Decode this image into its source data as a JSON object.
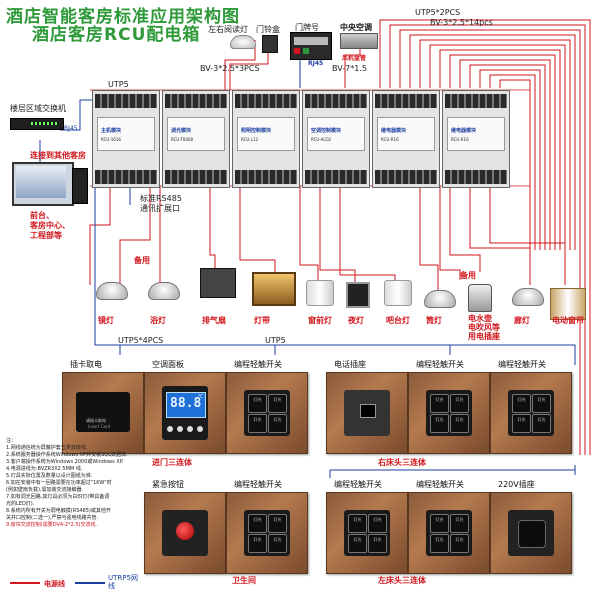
{
  "title": {
    "line1": "酒店智能客房标准应用架构图",
    "line2": "酒店客房RCU配电箱"
  },
  "top_labels": {
    "door_reader": "左右阅读灯",
    "doorbell": "门铃盒",
    "door_plate": "门牌号",
    "central_ac": "中央空调",
    "fan_coil": "风机盘管",
    "rj45_a": "RJ45",
    "cable_a": "BV-3*2.5*3PCS",
    "cable_b": "BV-7*1.5",
    "utp_top": "UTP5*2PCS",
    "cable_c": "BV-3*2.5*14pcs",
    "utp5_left": "UTP5"
  },
  "left": {
    "switch_label": "楼层区域交换机",
    "rj45": "RJ45",
    "connect_other": "连接到其他客房",
    "computer_label_1": "前台、",
    "computer_label_2": "客房中心、",
    "computer_label_3": "工程部等",
    "rs485_1": "标准RS485",
    "rs485_2": "通讯扩展口"
  },
  "modules": [
    {
      "name": "主机模块",
      "model": "RCU-1616"
    },
    {
      "name": "调光模块",
      "model": "RCU-T0408"
    },
    {
      "name": "照明控制模块",
      "model": "RCU-L12"
    },
    {
      "name": "空调控制模块",
      "model": "RCU-AC02"
    },
    {
      "name": "继电器模块",
      "model": "RCU-R16"
    },
    {
      "name": "继电器模块",
      "model": "RCU-R16"
    }
  ],
  "backup": {
    "a": "备用",
    "b": "备用"
  },
  "devices": [
    {
      "label": "镜灯"
    },
    {
      "label": "浴灯"
    },
    {
      "label": "排气扇"
    },
    {
      "label": "灯带"
    },
    {
      "label": "窗前灯"
    },
    {
      "label": "夜灯"
    },
    {
      "label": "吧台灯"
    },
    {
      "label": "筒灯"
    },
    {
      "label": "电水壶\n电吹风等\n用电插座"
    },
    {
      "label": "廊灯"
    },
    {
      "label": "电动窗帘"
    }
  ],
  "wires": {
    "utp5_4pcs": "UTP5*4PCS",
    "utp5": "UTP5"
  },
  "panels_row1": [
    {
      "title": "插卡取电"
    },
    {
      "title": "空调面板"
    },
    {
      "title": "编程轻触开关"
    },
    {
      "title": "电话插座"
    },
    {
      "title": "编程轻触开关"
    },
    {
      "title": "编程轻触开关"
    }
  ],
  "panels_row2": [
    {
      "title": "紧急按钮"
    },
    {
      "title": "编程轻触开关"
    },
    {
      "title": "编程轻触开关"
    },
    {
      "title": "编程轻触开关"
    },
    {
      "title": "220V插座"
    }
  ],
  "group_labels": {
    "entry": "进门三连体",
    "bed_right": "右床头三连体",
    "bath": "卫生间",
    "bed_left": "左床头三连体"
  },
  "ac_display": {
    "temp": "88.8",
    "unit": "℃"
  },
  "card_text": {
    "line1": "请插卡取电",
    "line2": "Insert Card"
  },
  "button_labels": {
    "b1": "灯光",
    "b2": "灯光",
    "b3": "灯光",
    "b4": "灯光"
  },
  "notes": [
    "注：",
    "1.网线通信统为屏蔽护套五类双绞线.",
    "2.系统服务器操作系统Windows XP并安装SQL数据库.",
    "3.客户端操作系统为Windows 2000或Windows XP.",
    "4.电源进线为:BVZR3X2.5MM 线.",
    "5.灯具实际位置及数量以设计图纸为准.",
    "6.如在安装中有一回路需要在功率超过\"1KW\"时",
    "  (例如壁扇负载),需加装交流接触器.",
    "7.如有调光回路,其灯具必须为白炽灯(带具备调",
    "  光的LED灯).",
    "8.系统内所有开关为弱电触摸(RS485)或其他开",
    "  关并口控制(二选一),严禁与强电线路共管.",
    "9.窗帘交流控制(需要DV4-2*2.5)交流线."
  ],
  "legend": {
    "power": "电源线",
    "network": "UTRP5网线"
  }
}
